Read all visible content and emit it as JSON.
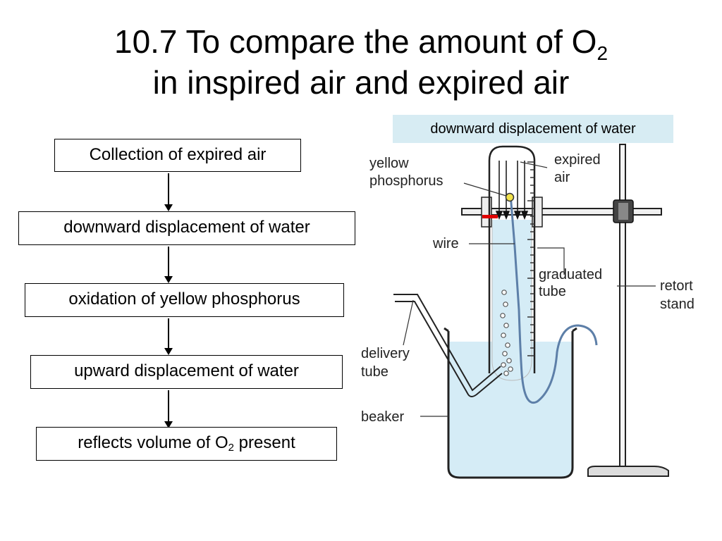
{
  "slide": {
    "title_line1": "10.7 To compare the amount of O",
    "title_sub": "2",
    "title_line2": "in inspired air and expired air"
  },
  "flowchart": {
    "steps": [
      {
        "text": "Collection of expired air"
      },
      {
        "text": "downward displacement of water"
      },
      {
        "text": "oxidation of yellow phosphorus"
      },
      {
        "text": "upward displacement of water"
      },
      {
        "text_pre": "reflects volume of O",
        "text_sub": "2",
        "text_post": " present"
      }
    ]
  },
  "callout": {
    "text": "downward displacement of water",
    "color": "#d7ecf3"
  },
  "diagram": {
    "labels": {
      "yellow_phosphorus_1": "yellow",
      "yellow_phosphorus_2": "phosphorus",
      "expired_air_1": "expired",
      "expired_air_2": "air",
      "wire": "wire",
      "graduated_tube_1": "graduated",
      "graduated_tube_2": "tube",
      "retort_stand_1": "retort",
      "retort_stand_2": "stand",
      "delivery_tube_1": "delivery",
      "delivery_tube_2": "tube",
      "beaker": "beaker"
    },
    "colors": {
      "water": "#d5ecf6",
      "phosphorus": "#f2e24a",
      "wire": "#5d7fa8",
      "marker": "#e00000"
    }
  }
}
